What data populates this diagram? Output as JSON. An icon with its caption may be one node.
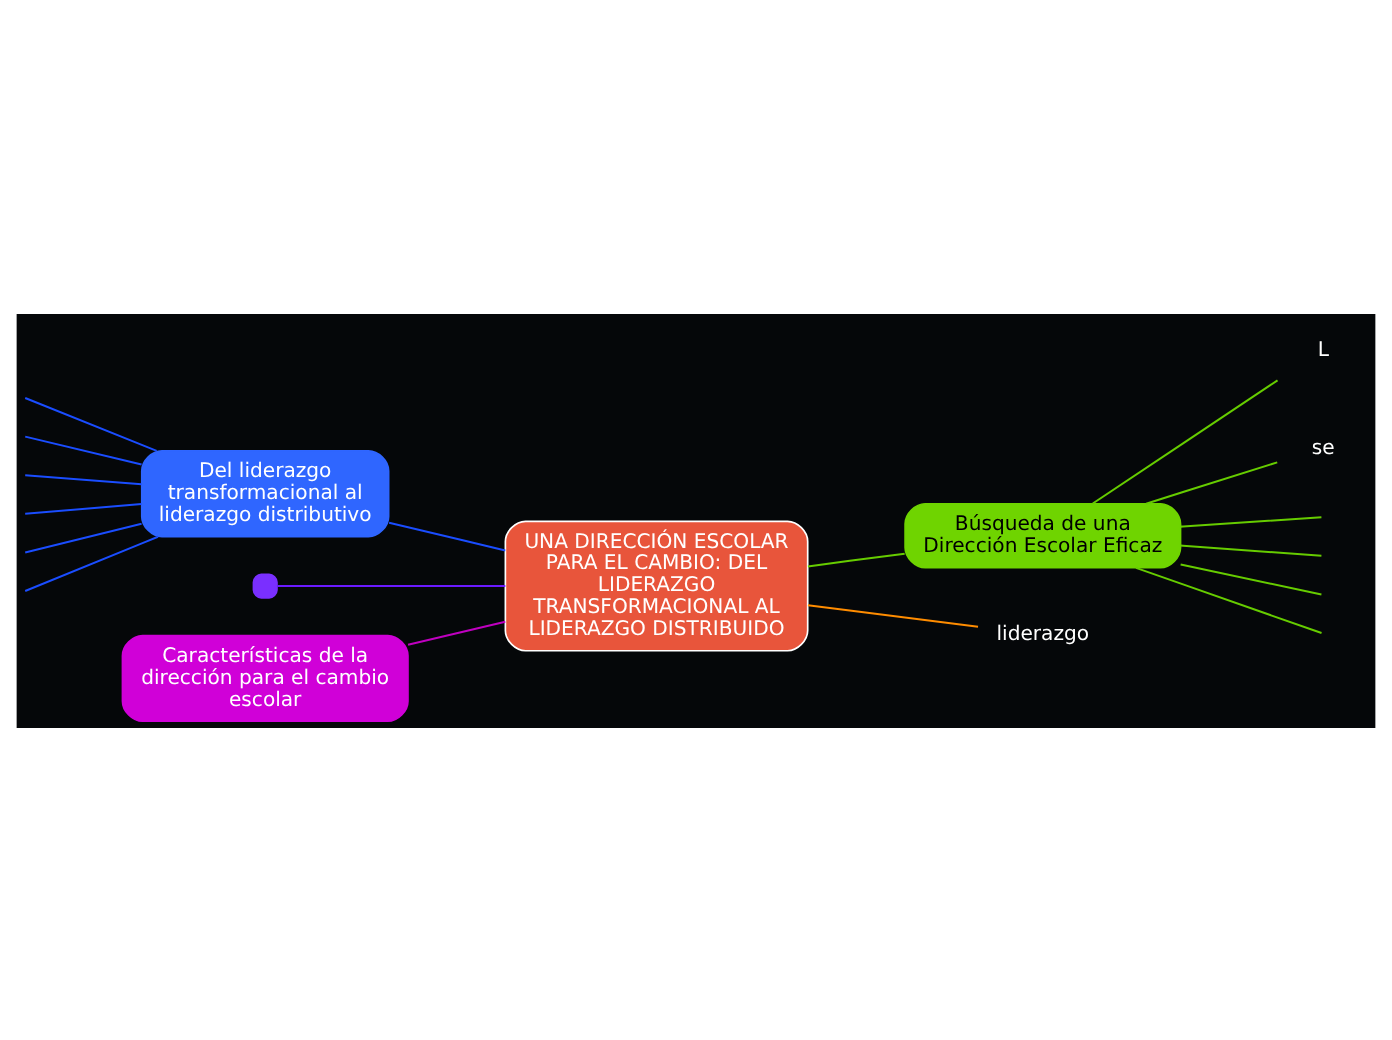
{
  "diagram": {
    "nodes": [
      {
        "text": [
          "UNA DIRECCIÓN ESCOLAR PARA EL CAMBIO: DEL LIDERAZGO TRANSFORMACIONAL AL LIDERAZGO DISTRIBUIDO"
        ]
      },
      {
        "text": [
          "Del liderazgo transformacional al liderazgo distributivo"
        ]
      },
      {
        "text": [],
        "shape": "box"
      },
      {
        "text": [
          "Características de la dirección para el cambio escolar"
        ]
      },
      {
        "text": [
          "Búsqueda de una Dirección Escolar Eficaz"
        ]
      },
      {
        "text": [
          "liderazgo"
        ]
      },
      {
        "text": [
          "L"
        ]
      },
      {
        "text": [
          "se"
        ]
      }
    ],
    "edges": [
      {
        "from": 1,
        "to": 0,
        "arrow": "none",
        "color": "#1a4dff"
      },
      {
        "from": 2,
        "to": 0,
        "arrow": "none",
        "color": "#6a1aff"
      },
      {
        "from": 3,
        "to": 0,
        "arrow": "none",
        "color": "#c000c0"
      },
      {
        "from": 0,
        "to": 4,
        "arrow": "none",
        "color": "#66cc00"
      },
      {
        "from": 0,
        "to": 5,
        "arrow": "none",
        "color": "#ff8c00"
      },
      {
        "from": 4,
        "to": 6,
        "arrow": "none",
        "color": "#66cc00"
      },
      {
        "from": 4,
        "to": 7,
        "arrow": "none",
        "color": "#66cc00"
      },
      {
        "from": null,
        "to": 1,
        "arrow": "none",
        "color": "#1a4dff"
      },
      {
        "from": null,
        "to": 1,
        "arrow": "none",
        "color": "#1a4dff"
      },
      {
        "from": null,
        "to": 1,
        "arrow": "none",
        "color": "#1a4dff"
      },
      {
        "from": null,
        "to": 1,
        "arrow": "none",
        "color": "#1a4dff"
      },
      {
        "from": null,
        "to": 1,
        "arrow": "none",
        "color": "#1a4dff"
      },
      {
        "from": null,
        "to": 1,
        "arrow": "none",
        "color": "#1a4dff"
      },
      {
        "from": 4,
        "to": null,
        "arrow": "none",
        "color": "#66cc00"
      },
      {
        "from": 4,
        "to": null,
        "arrow": "none",
        "color": "#66cc00"
      },
      {
        "from": 4,
        "to": null,
        "arrow": "none",
        "color": "#66cc00"
      },
      {
        "from": 4,
        "to": null,
        "arrow": "none",
        "color": "#66cc00"
      }
    ]
  }
}
